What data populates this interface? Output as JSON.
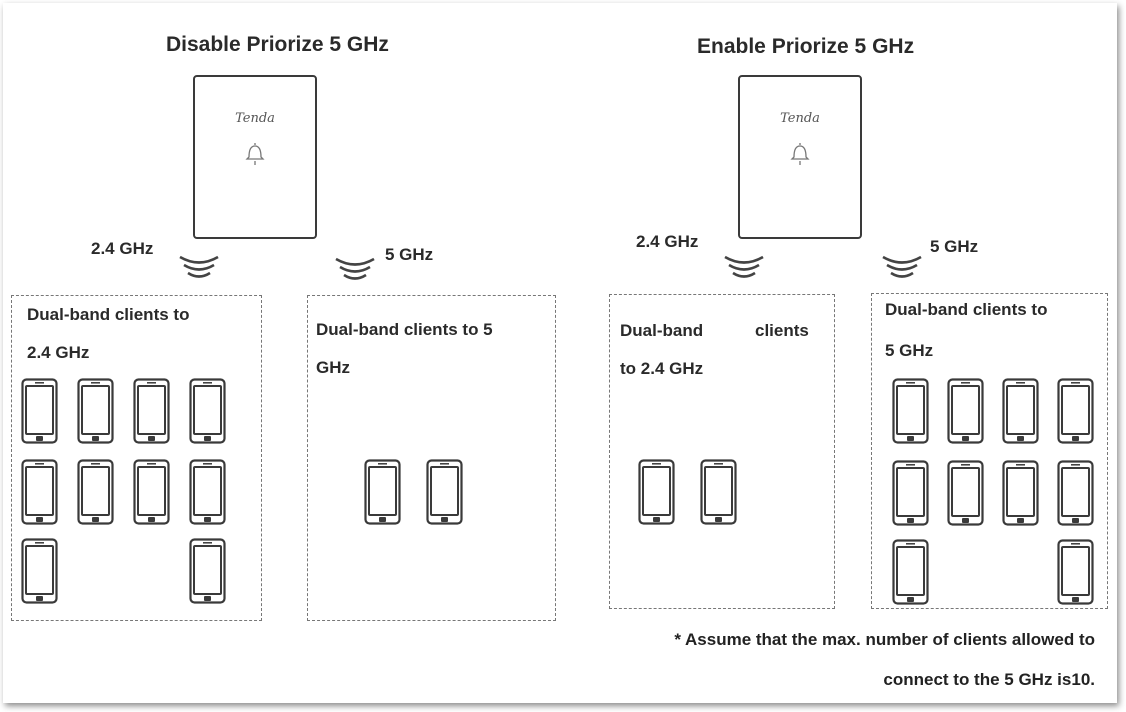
{
  "left": {
    "title": "Disable Priorize 5 GHz",
    "ap_brand": "Tenda",
    "band_24": "2.4 GHz",
    "band_5": "5 GHz",
    "box_24": {
      "line1": "Dual-band clients to",
      "line2": "2.4 GHz",
      "clients": 10
    },
    "box_5": {
      "line1": "Dual-band clients to 5",
      "line2": "GHz",
      "clients": 2
    }
  },
  "right": {
    "title": "Enable Priorize 5 GHz",
    "ap_brand": "Tenda",
    "band_24": "2.4 GHz",
    "band_5": "5 GHz",
    "box_24": {
      "line1a": "Dual-band",
      "line1b": "clients",
      "line2": "to 2.4 GHz",
      "clients": 2
    },
    "box_5": {
      "line1": "Dual-band clients to",
      "line2": "5 GHz",
      "clients": 10
    }
  },
  "note": {
    "line1": "* Assume that the max. number of clients allowed to",
    "line2": "connect to the 5 GHz is10."
  },
  "icons": [
    "access-point-icon",
    "bell-icon",
    "signal-wave-icon",
    "smartphone-icon"
  ]
}
